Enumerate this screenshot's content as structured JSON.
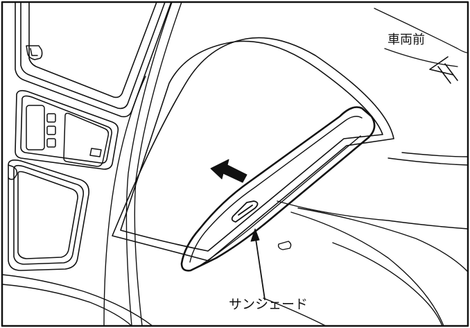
{
  "labels": {
    "vehicle_front": "車両前",
    "sunshade": "サンシェード"
  },
  "colors": {
    "line": "#111111",
    "background": "#ffffff"
  },
  "icons": {
    "direction_arrow": "filled-arrow-left-up",
    "front_indicator": "front-direction-symbol"
  }
}
